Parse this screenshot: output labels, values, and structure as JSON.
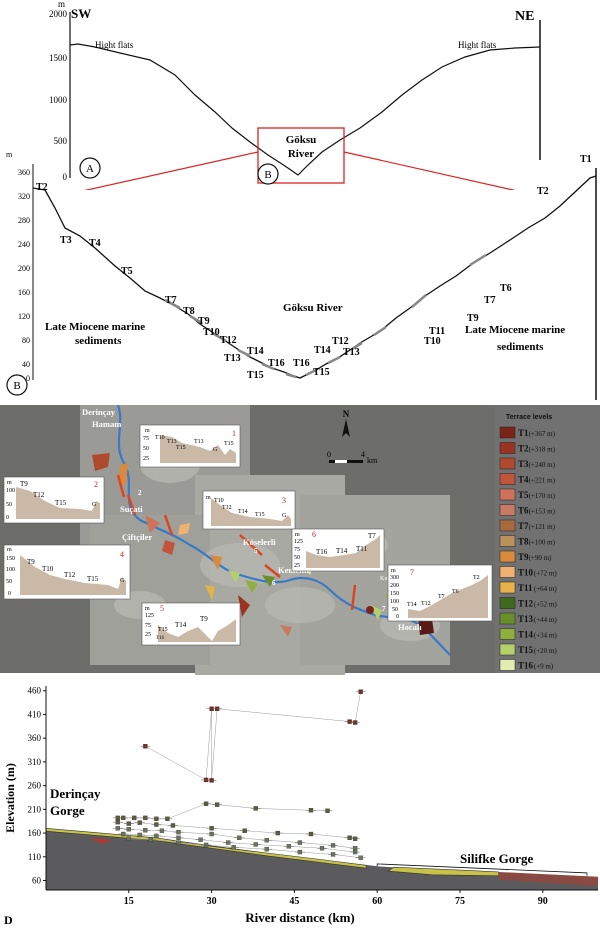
{
  "panel_a": {
    "unit": "m",
    "y_ticks": [
      "2000",
      "1500",
      "1000",
      "500",
      "0"
    ],
    "left_dir": "SW",
    "right_dir": "NE",
    "left_label": "Hight flats",
    "right_label": "Hight flats",
    "river": [
      "Göksu",
      "River"
    ],
    "circle_a": "A",
    "circle_b": "B"
  },
  "panel_b": {
    "unit": "m",
    "y_ticks": [
      "360",
      "320",
      "280",
      "240",
      "200",
      "160",
      "120",
      "80",
      "40",
      "0"
    ],
    "river": "Göksu River",
    "left_sediments": [
      "Late Miocene marine",
      "sediments"
    ],
    "right_sediments": [
      "Late Miocene marine",
      "sediments"
    ],
    "circle": "B",
    "terraces_left": [
      "T2",
      "T3",
      "T4",
      "T5",
      "T7",
      "T8",
      "T9",
      "T10",
      "T12",
      "T13",
      "T14",
      "T15",
      "T16"
    ],
    "terraces_right": [
      "T1",
      "T2",
      "T6",
      "T7",
      "T9",
      "T10",
      "T11",
      "T12",
      "T13",
      "T14",
      "T15",
      "T16"
    ]
  },
  "panel_c": {
    "places": [
      "Derinçay",
      "Hamam",
      "Suçati",
      "Çiftçiler",
      "Köselerli",
      "Kemenli",
      "Hocalı",
      "Kırobası"
    ],
    "north": "N",
    "scale": [
      "0",
      "4",
      "km"
    ],
    "legend_title": "Terrace levels",
    "legend": [
      {
        "label": "T1",
        "note": "(+367 m)",
        "color": "#7a2417"
      },
      {
        "label": "T2",
        "note": "(+318 m)",
        "color": "#9a3420"
      },
      {
        "label": "T3",
        "note": "(+240 m)",
        "color": "#b04a2f"
      },
      {
        "label": "T4",
        "note": "(+221 m)",
        "color": "#c0553c"
      },
      {
        "label": "T5",
        "note": "(+170 m)",
        "color": "#d0725a"
      },
      {
        "label": "T6",
        "note": "(+153 m)",
        "color": "#c87a63"
      },
      {
        "label": "T7",
        "note": "(+121 m)",
        "color": "#a86a3c"
      },
      {
        "label": "T8",
        "note": "(+100 m)",
        "color": "#b8915c"
      },
      {
        "label": "T9",
        "note": "(+90 m)",
        "color": "#d98a3a"
      },
      {
        "label": "T10",
        "note": "(+72 m)",
        "color": "#f0b070"
      },
      {
        "label": "T11",
        "note": "(+64 m)",
        "color": "#e6b24a"
      },
      {
        "label": "T12",
        "note": "(+52 m)",
        "color": "#3f6a1e"
      },
      {
        "label": "T13",
        "note": "(+44 m)",
        "color": "#6a8f2a"
      },
      {
        "label": "T14",
        "note": "(+34 m)",
        "color": "#8fae3c"
      },
      {
        "label": "T15",
        "note": "(+20 m)",
        "color": "#b7cf6a"
      },
      {
        "label": "T16",
        "note": "(+9 m)",
        "color": "#e3ecb0"
      }
    ],
    "insets": [
      {
        "num": "1",
        "m": "m",
        "ticks": [
          "75",
          "50",
          "25"
        ],
        "labels": [
          "T10",
          "T13",
          "T15",
          "T13",
          "G",
          "T15"
        ]
      },
      {
        "num": "2",
        "m": "m",
        "ticks": [
          "100",
          "50",
          "0"
        ],
        "labels": [
          "T9",
          "T12",
          "T15",
          "G"
        ]
      },
      {
        "num": "3",
        "m": "m",
        "ticks": [],
        "labels": [
          "T10",
          "T12",
          "T14",
          "T15",
          "G"
        ]
      },
      {
        "num": "4",
        "m": "m",
        "ticks": [
          "150",
          "100",
          "50",
          "0"
        ],
        "labels": [
          "T9",
          "T10",
          "T12",
          "T15",
          "G"
        ]
      },
      {
        "num": "5",
        "m": "m",
        "ticks": [
          "125",
          "75",
          "25"
        ],
        "labels": [
          "T15",
          "T16",
          "T14",
          "T9"
        ]
      },
      {
        "num": "6",
        "m": "m",
        "ticks": [
          "125",
          "75",
          "50",
          "25"
        ],
        "labels": [
          "T16",
          "T14",
          "T11",
          "T7"
        ]
      },
      {
        "num": "7",
        "m": "m",
        "ticks": [
          "300",
          "200",
          "150",
          "100",
          "50",
          "0"
        ],
        "labels": [
          "T14",
          "T12",
          "T7",
          "T6",
          "T2"
        ]
      }
    ],
    "marker_numbers": [
      "1",
      "2",
      "3",
      "4",
      "5",
      "6",
      "7"
    ]
  },
  "panel_d": {
    "letter": "D",
    "ylabel": "Elevation (m)",
    "xlabel": "River distance (km)",
    "y_ticks": [
      "460",
      "410",
      "360",
      "310",
      "260",
      "210",
      "160",
      "110",
      "60"
    ],
    "x_ticks": [
      "15",
      "30",
      "45",
      "60",
      "75",
      "90"
    ],
    "gorge_left": [
      "Derinçay",
      "Gorge"
    ],
    "gorge_right": "Silifke Gorge"
  },
  "chart_data": {
    "type": "scatter",
    "xlabel": "River distance (km)",
    "ylabel": "Elevation (m)",
    "xlim": [
      0,
      100
    ],
    "ylim": [
      40,
      470
    ],
    "x_ticks": [
      15,
      30,
      45,
      60,
      75,
      90
    ],
    "y_ticks": [
      60,
      110,
      160,
      210,
      260,
      310,
      360,
      410,
      460
    ],
    "series": [
      {
        "points": [
          [
            57,
            458
          ],
          [
            30,
            422
          ],
          [
            31,
            422
          ],
          [
            55,
            395
          ],
          [
            56,
            393
          ],
          [
            18,
            343
          ],
          [
            29,
            272
          ],
          [
            30,
            271
          ]
        ]
      },
      {
        "points": [
          [
            13,
            192
          ],
          [
            14,
            192
          ],
          [
            16,
            192
          ],
          [
            18,
            192
          ],
          [
            20,
            190
          ],
          [
            22,
            190
          ],
          [
            29,
            222
          ],
          [
            31,
            220
          ],
          [
            38,
            212
          ],
          [
            48,
            208
          ],
          [
            51,
            207
          ]
        ]
      },
      {
        "points": [
          [
            13,
            183
          ],
          [
            15,
            180
          ],
          [
            17,
            182
          ],
          [
            20,
            178
          ],
          [
            23,
            176
          ],
          [
            30,
            170
          ],
          [
            36,
            165
          ],
          [
            42,
            160
          ],
          [
            48,
            158
          ],
          [
            55,
            150
          ],
          [
            56,
            148
          ]
        ]
      },
      {
        "points": [
          [
            13,
            170
          ],
          [
            15,
            168
          ],
          [
            18,
            166
          ],
          [
            21,
            165
          ],
          [
            24,
            162
          ],
          [
            30,
            158
          ],
          [
            35,
            150
          ],
          [
            40,
            145
          ],
          [
            46,
            140
          ],
          [
            52,
            134
          ],
          [
            56,
            128
          ]
        ]
      },
      {
        "points": [
          [
            14,
            158
          ],
          [
            17,
            156
          ],
          [
            20,
            154
          ],
          [
            24,
            150
          ],
          [
            28,
            146
          ],
          [
            33,
            140
          ],
          [
            38,
            136
          ],
          [
            44,
            132
          ],
          [
            50,
            128
          ],
          [
            56,
            120
          ]
        ]
      },
      {
        "points": [
          [
            15,
            148
          ],
          [
            19,
            146
          ],
          [
            24,
            140
          ],
          [
            29,
            135
          ],
          [
            34,
            130
          ],
          [
            40,
            126
          ],
          [
            46,
            120
          ],
          [
            52,
            115
          ],
          [
            57,
            108
          ]
        ]
      }
    ]
  }
}
